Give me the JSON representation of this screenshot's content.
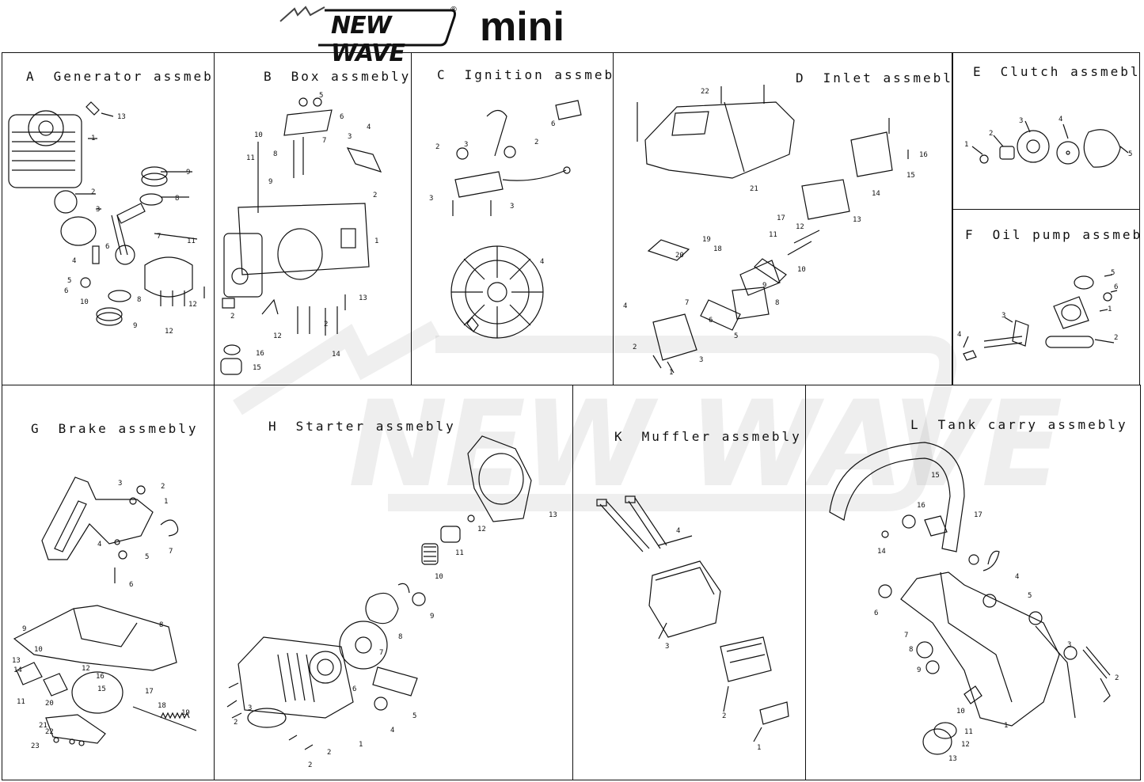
{
  "header": {
    "brand": "NEW WAVE",
    "registered_mark": "®",
    "model": "mini"
  },
  "panels": [
    {
      "id": "A",
      "letter": "A",
      "name": "Generator assmebly",
      "labels": [
        "13",
        "1",
        "9",
        "8",
        "2",
        "3",
        "7",
        "11",
        "4",
        "6",
        "5",
        "6",
        "10",
        "8",
        "9",
        "12",
        "12"
      ]
    },
    {
      "id": "B",
      "letter": "B",
      "name": "Box assmebly",
      "labels": [
        "5",
        "6",
        "4",
        "3",
        "10",
        "8",
        "7",
        "11",
        "9",
        "2",
        "1",
        "2",
        "12",
        "13",
        "16",
        "15",
        "14",
        "2"
      ]
    },
    {
      "id": "C",
      "letter": "C",
      "name": "Ignition assmebly",
      "labels": [
        "6",
        "2",
        "3",
        "2",
        "3",
        "3",
        "4"
      ]
    },
    {
      "id": "D",
      "letter": "D",
      "name": "Inlet assmebly",
      "labels": [
        "22",
        "16",
        "15",
        "21",
        "14",
        "13",
        "17",
        "11",
        "12",
        "10",
        "20",
        "19",
        "18",
        "9",
        "8",
        "7",
        "6",
        "5",
        "4",
        "3",
        "2",
        "1"
      ]
    },
    {
      "id": "E",
      "letter": "E",
      "name": "Clutch assmebly",
      "labels": [
        "1",
        "2",
        "3",
        "4",
        "5"
      ]
    },
    {
      "id": "F",
      "letter": "F",
      "name": "Oil pump assmebly",
      "labels": [
        "5",
        "6",
        "1",
        "3",
        "4",
        "2"
      ]
    },
    {
      "id": "G",
      "letter": "G",
      "name": "Brake assmebly",
      "labels": [
        "3",
        "2",
        "1",
        "7",
        "4",
        "5",
        "6",
        "9",
        "8",
        "10",
        "13",
        "14",
        "12",
        "16",
        "11",
        "20",
        "15",
        "17",
        "18",
        "19",
        "21",
        "22",
        "23"
      ]
    },
    {
      "id": "H",
      "letter": "H",
      "name": "Starter assmebly",
      "labels": [
        "13",
        "12",
        "11",
        "10",
        "9",
        "8",
        "7",
        "6",
        "5",
        "4",
        "3",
        "2",
        "1",
        "2",
        "2"
      ]
    },
    {
      "id": "K",
      "letter": "K",
      "name": "Muffler assmebly",
      "labels": [
        "4",
        "3",
        "2",
        "1"
      ]
    },
    {
      "id": "L",
      "letter": "L",
      "name": "Tank carry assmebly",
      "labels": [
        "15",
        "16",
        "17",
        "14",
        "6",
        "1",
        "2",
        "3",
        "4",
        "5",
        "7",
        "8",
        "9",
        "10",
        "11",
        "12",
        "13"
      ]
    }
  ],
  "watermark": "NEW WAVE",
  "colors": {
    "line": "#111111",
    "watermark": "#c8c8c8",
    "background": "#ffffff"
  },
  "icons": [
    "brand-logo-swoosh"
  ]
}
